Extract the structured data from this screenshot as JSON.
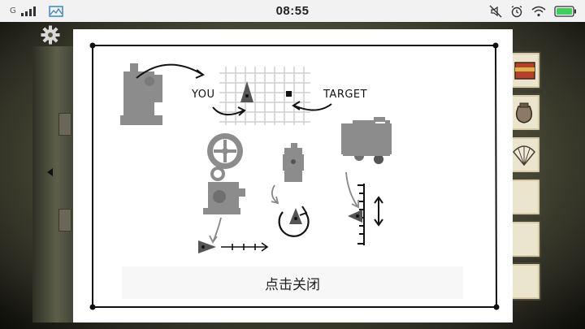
{
  "status_bar": {
    "carrier": "G",
    "time": "08:55",
    "icons": [
      "signal-icon",
      "gallery-icon",
      "mute-icon",
      "alarm-icon",
      "wifi-icon",
      "battery-icon"
    ]
  },
  "popup": {
    "you_label": "YOU",
    "target_label": "TARGET",
    "close_label": "点击关闭"
  },
  "colors": {
    "scene": "#55553f",
    "popup_bg": "#ffffff",
    "ink": "#111111",
    "device_gray": "#8c8c8c",
    "battery": "#3ecf5a"
  }
}
